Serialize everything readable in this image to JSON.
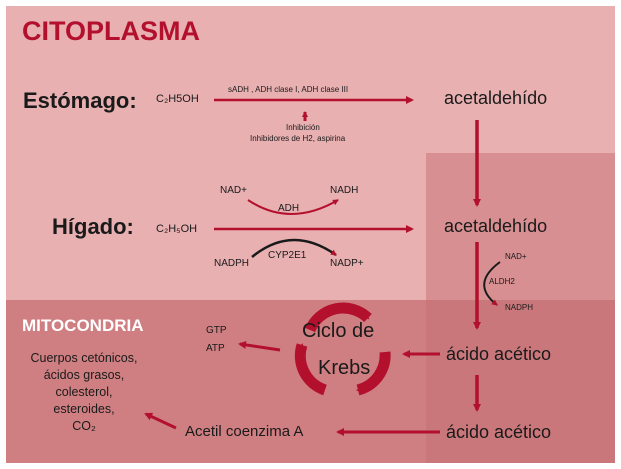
{
  "title": "CITOPLASMA",
  "mitochondria_label": "MITOCONDRIA",
  "stomach": {
    "label": "Estómago:",
    "substrate": "C₂H5OH",
    "enzymes": "sADH , ADH clase I, ADH clase III",
    "inhibition": "Inhibición",
    "inhibitors": "Inhibidores de H2, aspirina",
    "product": "acetaldehído"
  },
  "liver": {
    "label": "Hígado:",
    "substrate": "C₂H₅OH",
    "nad_in": "NAD+",
    "nadh_out": "NADH",
    "enzyme1": "ADH",
    "nadph_in": "NADPH",
    "enzyme2": "CYP2E1",
    "nadp_out": "NADP+",
    "product": "acetaldehído"
  },
  "aldh": {
    "nad": "NAD+",
    "enzyme": "ALDH2",
    "nadph": "NADPH"
  },
  "acetic_acid_1": "ácido acético",
  "acetic_acid_2": "ácido acético",
  "krebs": {
    "line1": "Ciclo de",
    "line2": "Krebs"
  },
  "energy": {
    "gtp": "GTP",
    "atp": "ATP"
  },
  "acetyl_coa": "Acetil coenzima A",
  "derivatives": {
    "line1": "Cuerpos cetónicos,",
    "line2": "ácidos grasos,",
    "line3": "colesterol,",
    "line4": "esteroides,",
    "line5": "CO₂"
  },
  "colors": {
    "arrow": "#b3102e",
    "title": "#b3102e",
    "cytoplasm_bg": "#e8b0b1",
    "mitochondria_bg": "#cf7f82"
  }
}
